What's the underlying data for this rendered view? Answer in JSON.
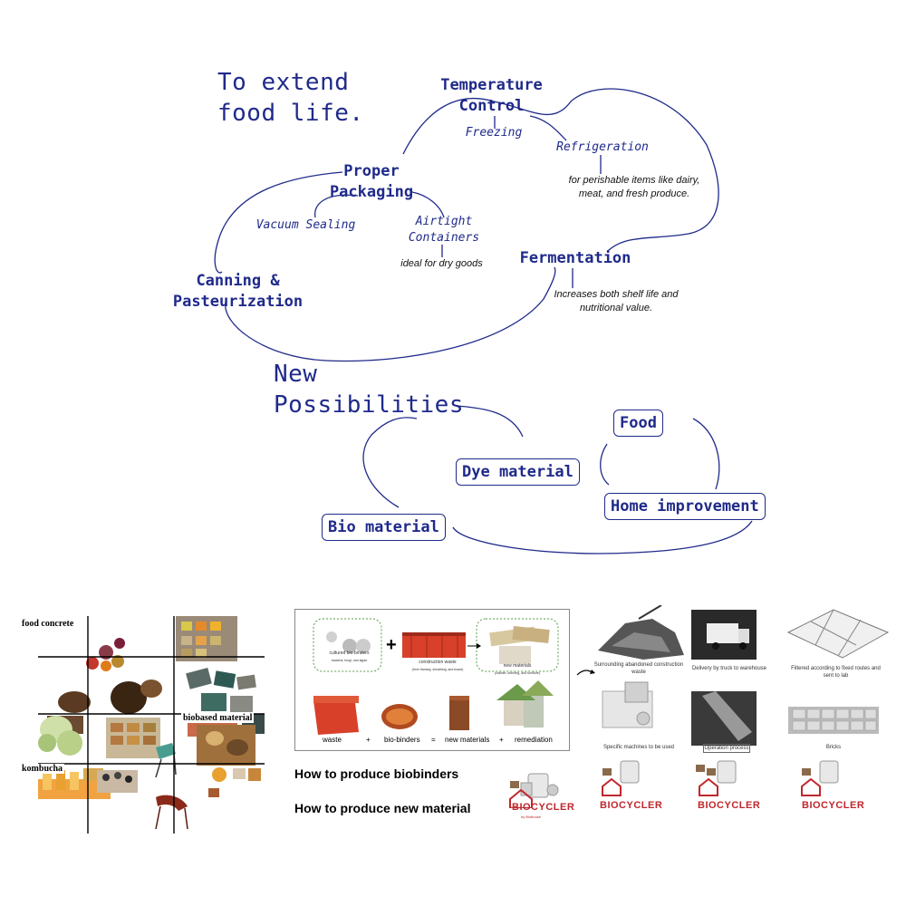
{
  "extend": {
    "title_line1": "To extend",
    "title_line2": "food life.",
    "temperature": {
      "label_line1": "Temperature",
      "label_line2": "Control",
      "freezing": "Freezing",
      "refrigeration": "Refrigeration",
      "refrigeration_note_line1": "for perishable items like dairy,",
      "refrigeration_note_line2": "meat, and fresh produce."
    },
    "packaging": {
      "label_line1": "Proper",
      "label_line2": "Packaging",
      "vacuum": "Vacuum Sealing",
      "airtight_line1": "Airtight",
      "airtight_line2": "Containers",
      "airtight_note": "ideal for dry goods"
    },
    "canning": {
      "label_line1": "Canning &",
      "label_line2": "Pasteurization"
    },
    "fermentation": {
      "label": "Fermentation",
      "note_line1": "Increases both shelf life and",
      "note_line2": "nutritional value."
    }
  },
  "possibilities": {
    "title_line1": "New",
    "title_line2": "Possibilities",
    "food": "Food",
    "dye": "Dye material",
    "home": "Home improvement",
    "bio": "Bio material"
  },
  "collage": {
    "food_concrete": "food concrete",
    "biobased": "biobased material",
    "kombucha": "kombucha"
  },
  "process": {
    "cultured_binders": "cultured bio-binders",
    "cultured_binders_sub": "bacteria, fungi, and algae",
    "construction_waste": "construction waste",
    "construction_waste_sub": "(from framing, sheathing, and board)",
    "new_materials": "new materials",
    "new_materials_sub": "(cabinet, shelving, and furniture)",
    "eq_waste": "waste",
    "eq_plus1": "+",
    "eq_binders": "bio-binders",
    "eq_equals": "=",
    "eq_new": "new materials",
    "eq_plus2": "+",
    "eq_remediation": "remediation",
    "heading1": "How to produce biobinders",
    "heading2": "How to produce new material"
  },
  "steps": {
    "s1": "Surrounding abandoned construction waste",
    "s2": "Delivery by truck to warehouse",
    "s3_line1": "Filtered according to fixed routes and",
    "s3_line2": "sent to lab",
    "s4": "Specific machines to be used",
    "s5": "Operation process",
    "s6": "Bricks"
  },
  "brand": {
    "name": "BIOCYCLER",
    "sub": "by Biotfouse"
  },
  "colors": {
    "navy": "#1f2a8a",
    "brand_red": "#c0272d"
  }
}
